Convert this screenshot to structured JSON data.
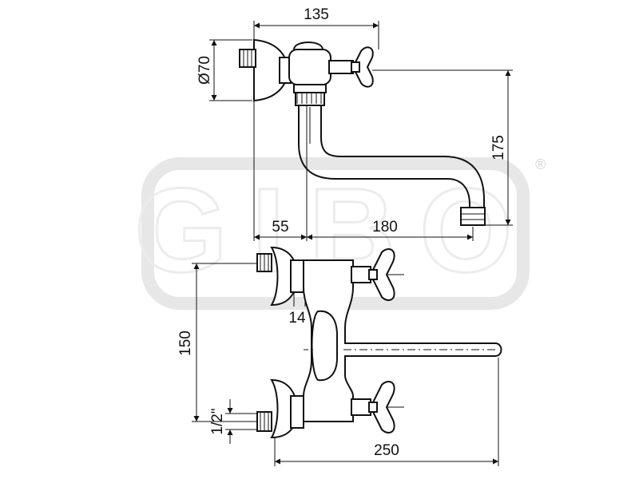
{
  "drawing": {
    "dimensions": {
      "width_top": "135",
      "diameter": "Ø70",
      "height_spout": "175",
      "offset_left": "55",
      "spout_reach": "180",
      "nut": "14",
      "centers": "150",
      "thread": "1/2\"",
      "overall": "250"
    },
    "watermark": {
      "text": "GIBO",
      "mark": "®"
    }
  }
}
